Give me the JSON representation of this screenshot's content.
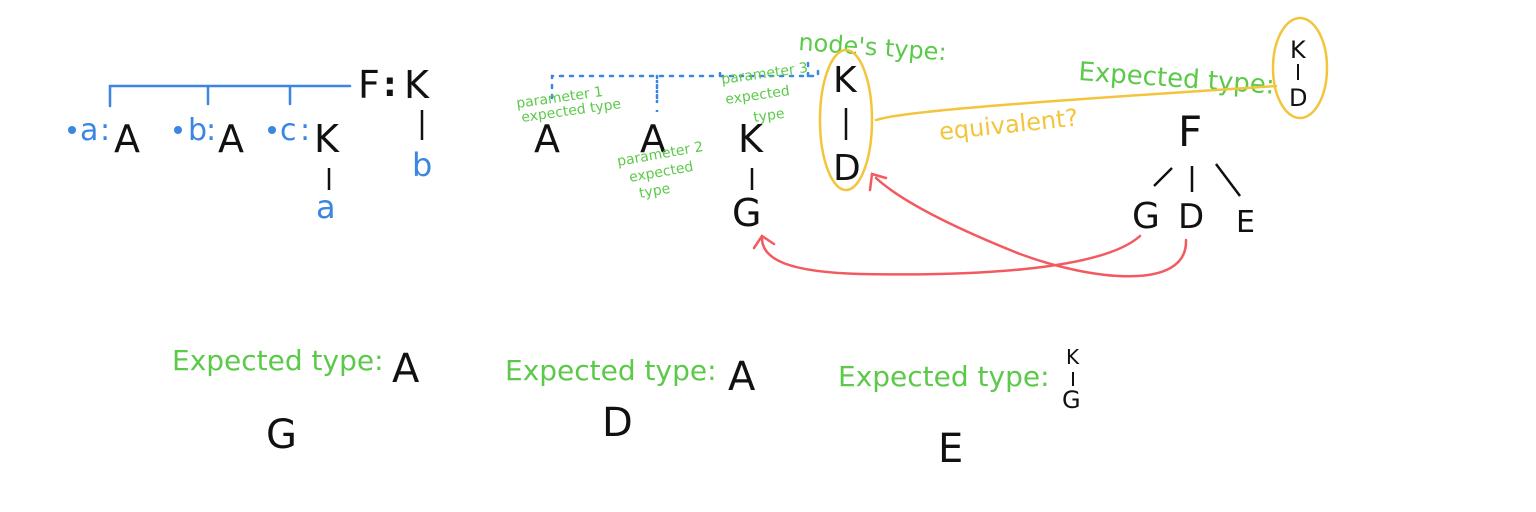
{
  "colors": {
    "ink": "#111111",
    "blue": "#3a86e0",
    "green": "#5cc94a",
    "yellow": "#f2c53d",
    "red": "#f25a60"
  },
  "left_tree": {
    "root": "F",
    "colon": ":",
    "root_type": "K",
    "root_type_child": "b",
    "params": [
      {
        "name": "a",
        "colon": ":",
        "type": "A"
      },
      {
        "name": "b",
        "colon": ":",
        "type": "A"
      },
      {
        "name": "c",
        "colon": ":",
        "type": "K",
        "type_child": "a"
      }
    ]
  },
  "middle_tree": {
    "types": [
      "A",
      "A",
      "K"
    ],
    "k_child": "G",
    "param1_note": [
      "parameter 1",
      "expected type"
    ],
    "param2_note": [
      "parameter 2",
      "expected",
      "type"
    ],
    "param3_note": [
      "parameter 3",
      "expected",
      "type"
    ],
    "node_type_label": "node's type:",
    "node_type": [
      "K",
      "D"
    ]
  },
  "right_tree": {
    "expected_label": "Expected type:",
    "expected_type": [
      "K",
      "D"
    ],
    "equivalent_label": "equivalent?",
    "root": "F",
    "children": [
      "G",
      "D",
      "E"
    ]
  },
  "bottom": [
    {
      "label": "Expected type:",
      "type": [
        "A"
      ],
      "node": "G"
    },
    {
      "label": "Expected type:",
      "type": [
        "A"
      ],
      "node": "D"
    },
    {
      "label": "Expected type:",
      "type": [
        "K",
        "G"
      ],
      "node": "E"
    }
  ]
}
